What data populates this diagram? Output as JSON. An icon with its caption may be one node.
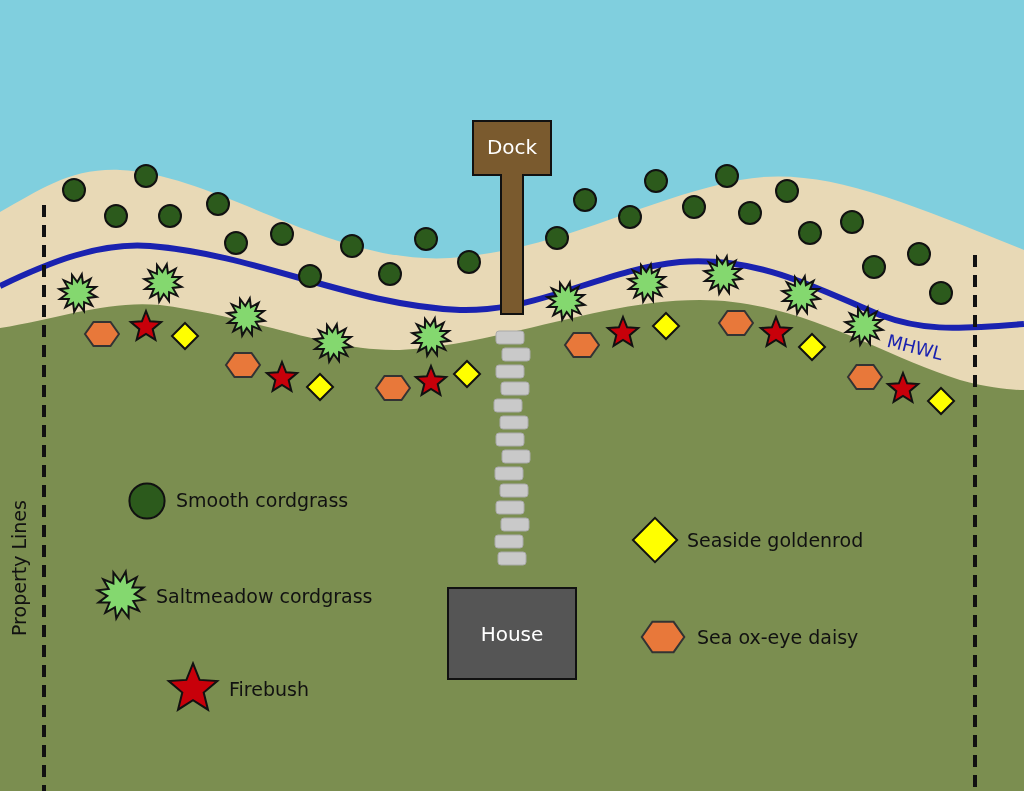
{
  "diagram": {
    "nodes": [
      {
        "text": [
          "Dock"
        ]
      },
      {
        "text": [
          "House"
        ]
      }
    ],
    "labels": [
      "MHWL",
      "Property Lines"
    ],
    "legend": [
      {
        "text": "Smooth cordgrass"
      },
      {
        "text": "Seaside goldenrod"
      },
      {
        "text": "Saltmeadow cordgrass"
      },
      {
        "text": "Sea ox-eye daisy"
      },
      {
        "text": "Firebush"
      }
    ]
  }
}
